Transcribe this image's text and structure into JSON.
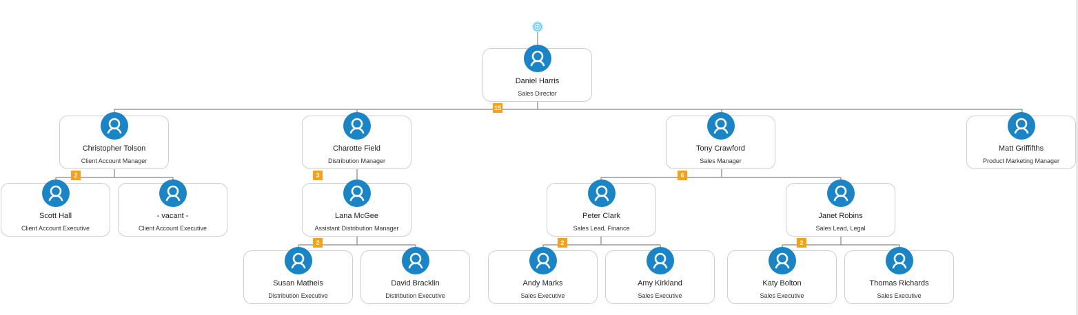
{
  "colors": {
    "avatar": "#1a85c6",
    "badge": "#f7a11a",
    "line": "#9a9a9a",
    "expand": "#5ec3f0"
  },
  "root_control": {
    "icon": "expand-up-icon"
  },
  "nodes": {
    "daniel": {
      "name": "Daniel Harris",
      "title": "Sales Director",
      "badge": "15"
    },
    "chris": {
      "name": "Christopher Tolson",
      "title": "Client Account Manager",
      "badge": "2"
    },
    "charotte": {
      "name": "Charotte Field",
      "title": "Distribution Manager",
      "badge": "3"
    },
    "tony": {
      "name": "Tony Crawford",
      "title": "Sales Manager",
      "badge": "6"
    },
    "matt": {
      "name": "Matt Griffifths",
      "title": "Product Marketing Manager"
    },
    "scott": {
      "name": "Scott Hall",
      "title": "Client Account Executive"
    },
    "vacant": {
      "name": "- vacant -",
      "title": "Client Account Executive"
    },
    "lana": {
      "name": "Lana McGee",
      "title": "Assistant Distribution Manager",
      "badge": "2"
    },
    "peter": {
      "name": "Peter Clark",
      "title": "Sales Lead, Finance",
      "badge": "2"
    },
    "janet": {
      "name": "Janet Robins",
      "title": "Sales Lead, Legal",
      "badge": "2"
    },
    "susan": {
      "name": "Susan Matheis",
      "title": "Distribution Executive"
    },
    "david": {
      "name": "David Bracklin",
      "title": "Distribution Executive"
    },
    "andy": {
      "name": "Andy Marks",
      "title": "Sales Executive"
    },
    "amy": {
      "name": "Amy Kirkland",
      "title": "Sales Executive"
    },
    "katy": {
      "name": "Katy Bolton",
      "title": "Sales Executive"
    },
    "thomas": {
      "name": "Thomas Richards",
      "title": "Sales Executive"
    }
  }
}
